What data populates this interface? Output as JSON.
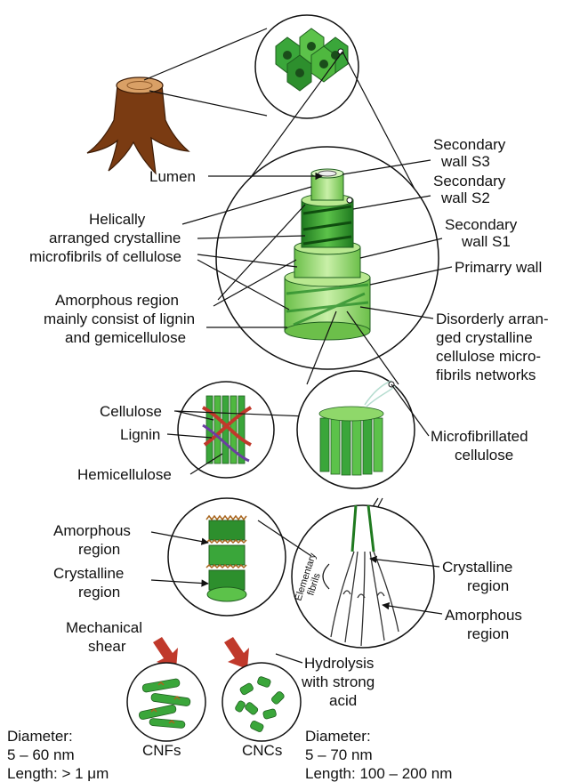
{
  "colors": {
    "green_dark": "#1f7a1f",
    "green_mid": "#3aa63a",
    "green_light": "#8fd86a",
    "brown": "#7a3b12",
    "arrow_red": "#c0392b",
    "line": "#111111"
  },
  "labels": {
    "lumen": "Lumen",
    "s3_line1": "Secondary",
    "s3_line2": "wall S3",
    "s2_line1": "Secondary",
    "s2_line2": "wall S2",
    "s1_line1": "Secondary",
    "s1_line2": "wall S1",
    "primary": "Primarry wall",
    "helical_line1": "Helically",
    "helical_line2": "arranged crystalline",
    "helical_line3": "microfibrils of cellulose",
    "amorph_line1": "Amorphous region",
    "amorph_line2": "mainly consist of lignin",
    "amorph_line3": "and gemicellulose",
    "disorder_line1": "Disorderly arran-",
    "disorder_line2": "ged crystalline",
    "disorder_line3": "cellulose micro-",
    "disorder_line4": "fibrils networks",
    "cellulose": "Cellulose",
    "lignin": "Lignin",
    "hemicellulose": "Hemicellulose",
    "mfc_line1": "Microfibrillated",
    "mfc_line2": "cellulose",
    "amorphous_left_line1": "Amorphous",
    "amorphous_left_line2": "region",
    "crystalline_left_line1": "Crystalline",
    "crystalline_left_line2": "region",
    "elementary_line1": "Elementary",
    "elementary_line2": "fibrils",
    "crystalline_right_line1": "Crystalline",
    "crystalline_right_line2": "region",
    "amorphous_right_line1": "Amorphous",
    "amorphous_right_line2": "region",
    "mech_line1": "Mechanical",
    "mech_line2": "shear",
    "hydro_line1": "Hydrolysis",
    "hydro_line2": "with strong",
    "hydro_line3": "acid",
    "cnfs": "CNFs",
    "cncs": "CNCs",
    "cnf_diam_label": "Diameter:",
    "cnf_diam_value": "5 – 60 nm",
    "cnf_length": "Length:  > 1 μm",
    "cnc_diam_label": "Diameter:",
    "cnc_diam_value": "5 – 70 nm",
    "cnc_length": "Length: 100 – 200 nm"
  }
}
